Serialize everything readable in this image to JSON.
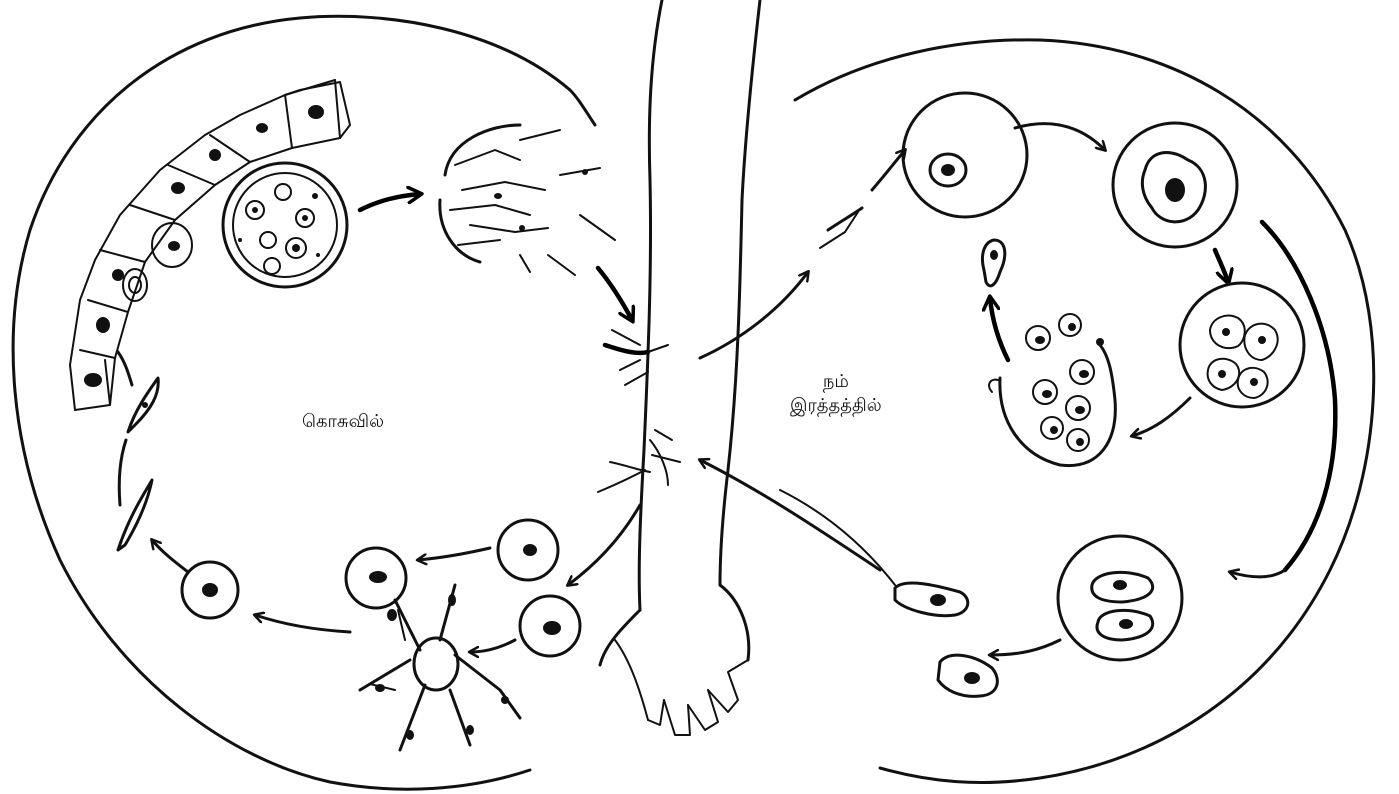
{
  "labels": {
    "mosquito_stage": "கொசுவில்",
    "human_stage_line1": "நம்",
    "human_stage_line2": "இரத்தத்தில்"
  },
  "colors": {
    "ink": "#111111",
    "background": "#ffffff"
  }
}
